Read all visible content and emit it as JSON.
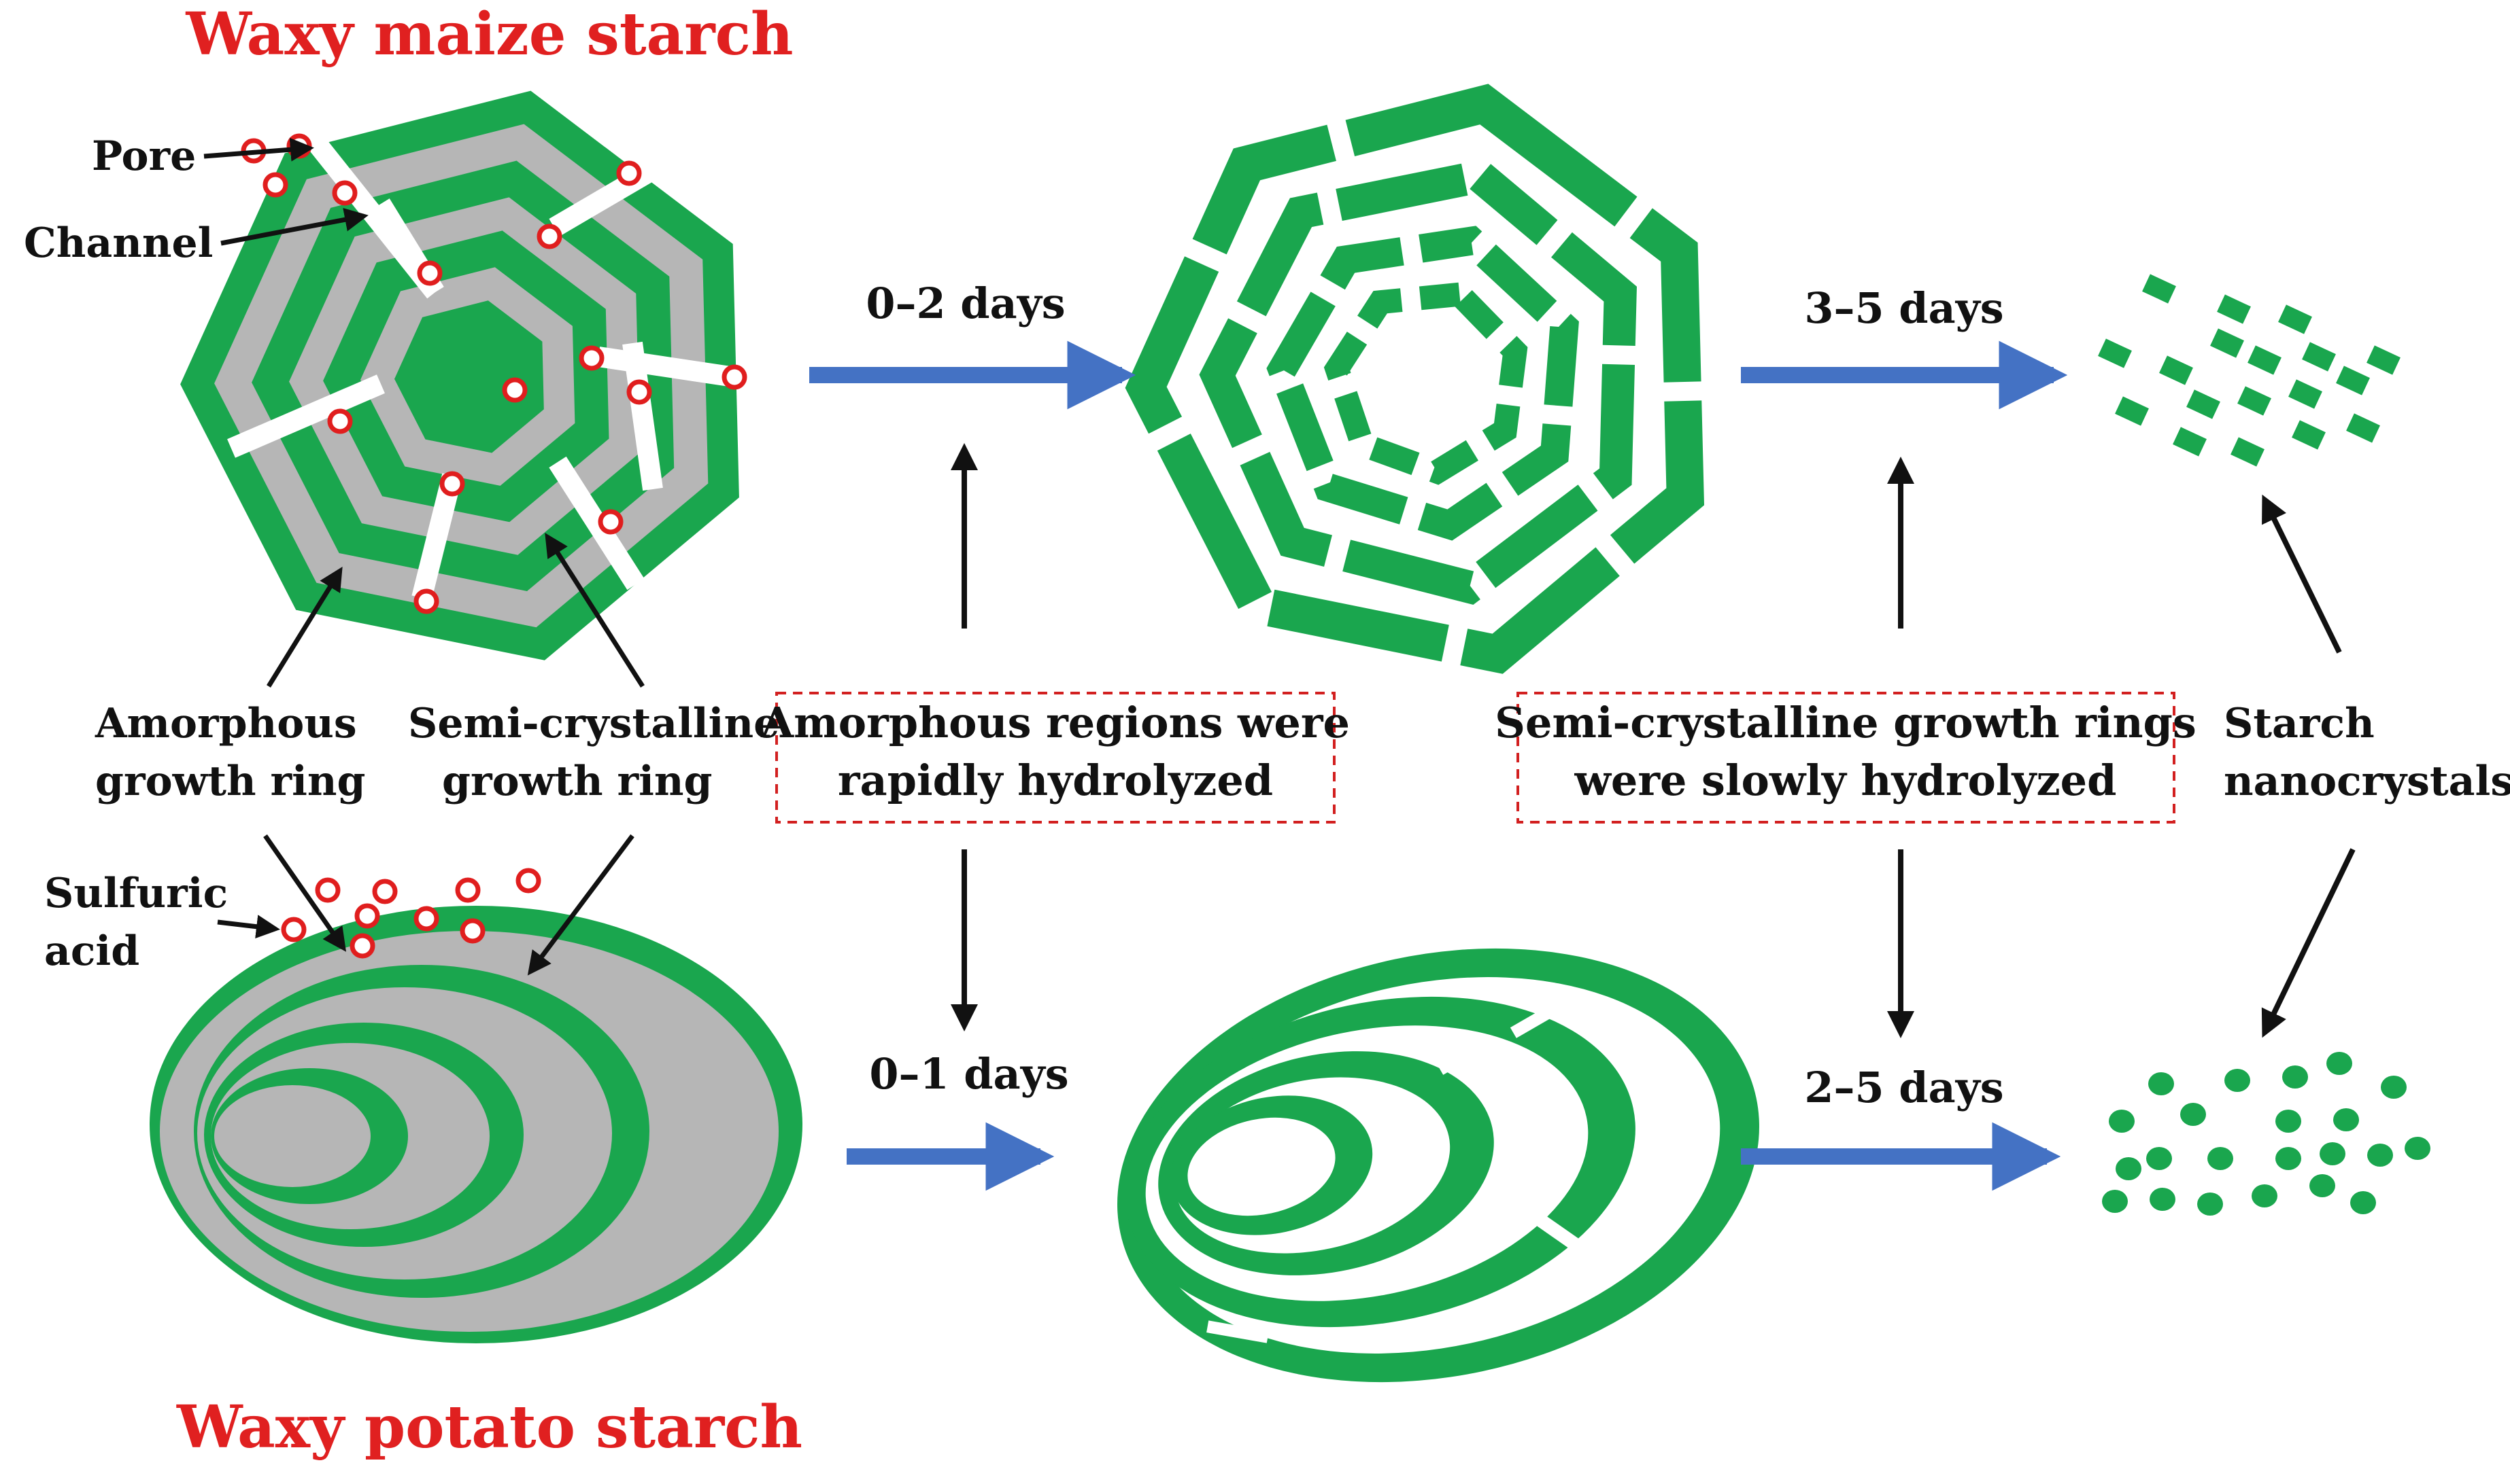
{
  "colors": {
    "green": "#1aa64e",
    "gray": "#b6b6b6",
    "pore_red": "#e01e1e",
    "flow_arrow": "#4472c4",
    "box_border": "#d22020",
    "text": "#111111",
    "title": "#e02020"
  },
  "titles": {
    "maize": "Waxy maize starch",
    "potato": "Waxy potato starch"
  },
  "labels": {
    "pore": "Pore",
    "channel": "Channel",
    "amorphous_line1": "Amorphous",
    "amorphous_line2": "growth ring",
    "semicrystalline_line1": "Semi-crystalline",
    "semicrystalline_line2": "growth ring",
    "sulfuric_line1": "Sulfuric",
    "sulfuric_line2": "acid",
    "starch_line1": "Starch",
    "starch_line2": "nanocrystals"
  },
  "boxes": {
    "amorphous_line1": "Amorphous regions were",
    "amorphous_line2": "rapidly hydrolyzed",
    "semicrystalline_line1": "Semi-crystalline growth rings",
    "semicrystalline_line2": "were slowly hydrolyzed"
  },
  "stages": {
    "maize_first": "0–2 days",
    "maize_second": "3–5 days",
    "potato_first": "0–1 days",
    "potato_second": "2–5 days"
  }
}
